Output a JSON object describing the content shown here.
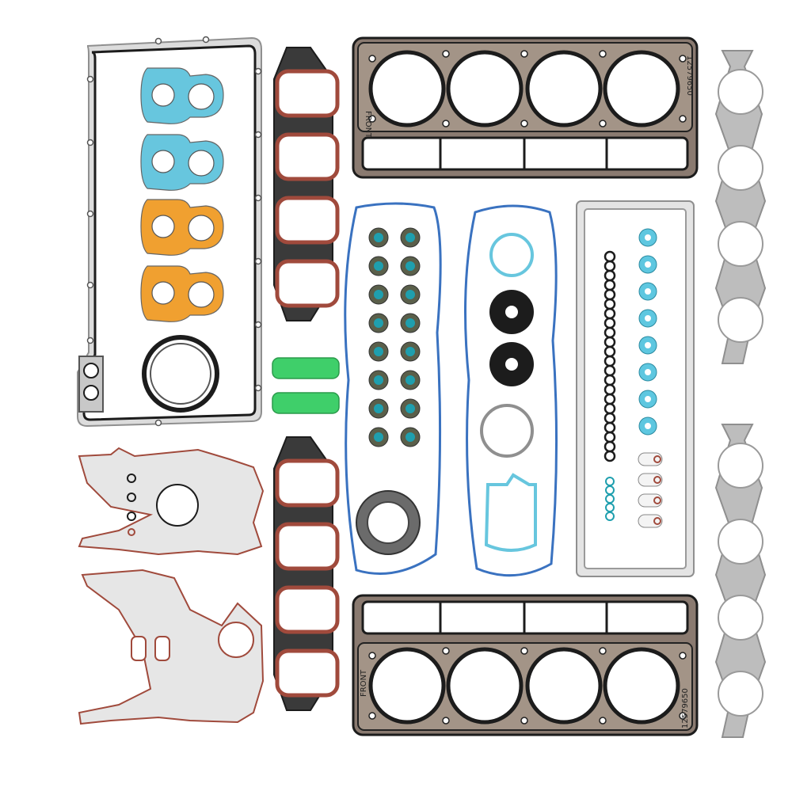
{
  "scene": {
    "subject": "engine-gasket-set",
    "background_color": "#ffffff"
  },
  "colors": {
    "steel": "#c8c8c8",
    "steel_dark": "#8f8f8f",
    "black_seal": "#1c1c1c",
    "red_seal": "#a04a3c",
    "head_gasket": "#8a7a70",
    "cyan": "#67c6de",
    "orange": "#f0a030",
    "blue": "#3a72c0",
    "green": "#3fcf6a",
    "teal": "#1f9fae",
    "exhaust": "#bdbdbd"
  },
  "labels": {
    "front_top": "FRONT",
    "part_top": "12579650",
    "front_bottom": "FRONT",
    "part_bottom": "12579650"
  }
}
